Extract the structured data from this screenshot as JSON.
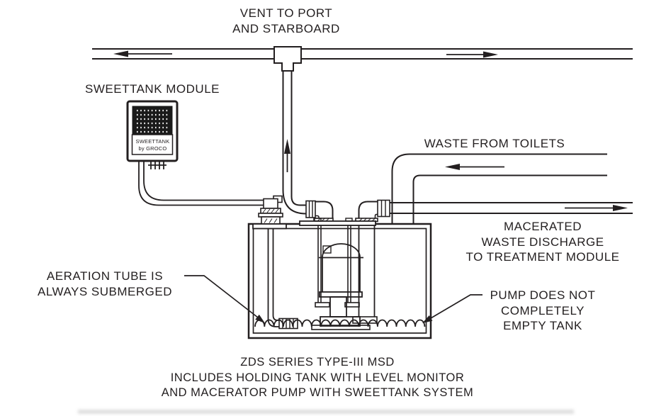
{
  "diagram": {
    "title_caption": {
      "line1": "ZDS SERIES TYPE-III MSD",
      "line2": "INCLUDES HOLDING TANK WITH LEVEL MONITOR",
      "line3": "AND MACERATOR PUMP WITH SWEETTANK SYSTEM"
    },
    "labels": {
      "vent": {
        "line1": "VENT TO PORT",
        "line2": "AND STARBOARD"
      },
      "module": "SWEETTANK MODULE",
      "waste_in": "WASTE FROM TOILETS",
      "discharge": {
        "line1": "MACERATED",
        "line2": "WASTE DISCHARGE",
        "line3": "TO TREATMENT MODULE"
      },
      "aeration": {
        "line1": "AERATION TUBE IS",
        "line2": "ALWAYS SUBMERGED"
      },
      "pump_note": {
        "line1": "PUMP DOES NOT",
        "line2": "COMPLETELY",
        "line3": "EMPTY TANK"
      }
    },
    "device": {
      "line1": "SWEETTANK",
      "line2": "by GROCO"
    },
    "colors": {
      "ink": "#231f20",
      "background": "#ffffff",
      "module_panel": "#1a1a1a"
    }
  }
}
